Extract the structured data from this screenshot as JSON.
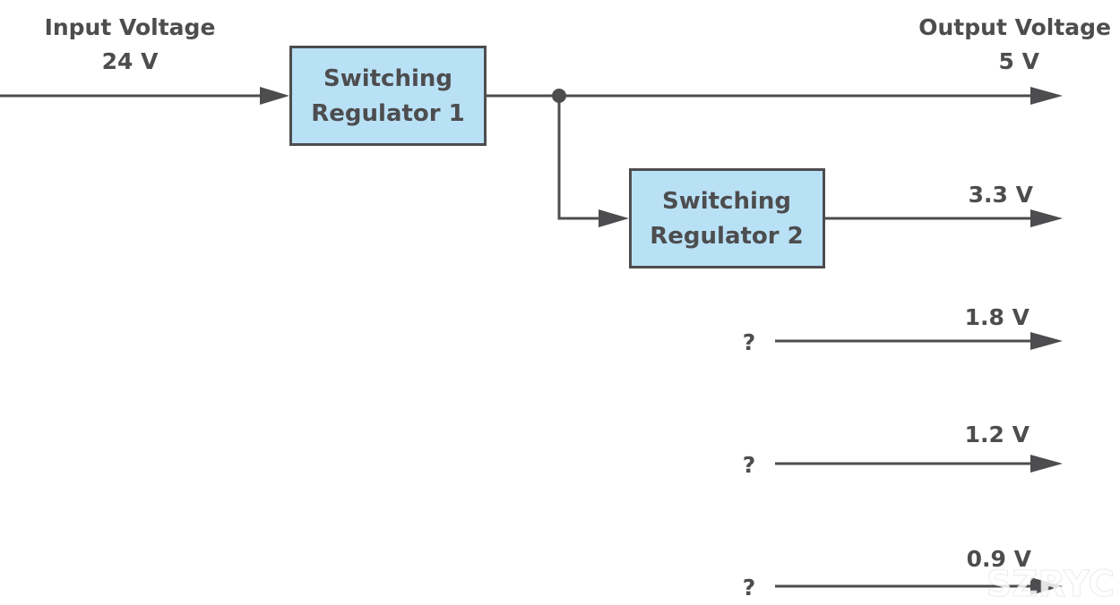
{
  "input": {
    "label": "Input Voltage",
    "value": "24 V"
  },
  "output": {
    "label": "Output Voltage"
  },
  "blocks": [
    {
      "line1": "Switching",
      "line2": "Regulator 1"
    },
    {
      "line1": "Switching",
      "line2": "Regulator 2"
    }
  ],
  "rails": [
    {
      "voltage": "5 V",
      "source": ""
    },
    {
      "voltage": "3.3 V",
      "source": ""
    },
    {
      "voltage": "1.8 V",
      "source": "?"
    },
    {
      "voltage": "1.2 V",
      "source": "?"
    },
    {
      "voltage": "0.9 V",
      "source": "?"
    }
  ],
  "watermark": "SZRYC",
  "colors": {
    "block_fill": "#b9e1f5",
    "line": "#4d4d4f",
    "text": "#4d4d4f"
  }
}
